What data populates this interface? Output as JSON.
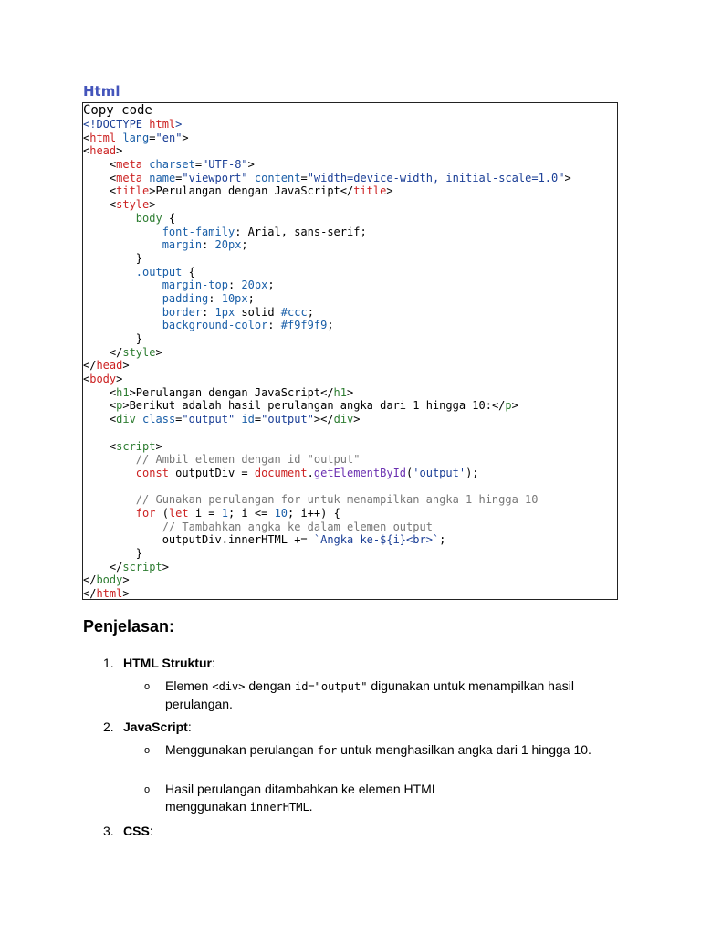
{
  "code_section": {
    "title": "Html",
    "copy_label": "Copy code"
  },
  "explanation": {
    "heading": "Penjelasan:",
    "items": [
      {
        "number": "1.",
        "title": "HTML Struktur",
        "suffix": ":",
        "subitems": [
          {
            "bullet": "o",
            "t1": "Elemen ",
            "c1": "<div>",
            "t2": " dengan ",
            "c2": "id=\"output\"",
            "t3": " digunakan untuk menampilkan hasil perulangan."
          }
        ]
      },
      {
        "number": "2.",
        "title": "JavaScript",
        "suffix": ":",
        "subitems": [
          {
            "bullet": "o",
            "t1": "Menggunakan perulangan ",
            "c1": "for",
            "t2": " untuk menghasilkan angka dari 1 hingga 10."
          },
          {
            "bullet": "o",
            "t1": "Hasil perulangan ditambahkan ke elemen HTML menggunakan ",
            "c1": "innerHTML",
            "t2": "."
          }
        ]
      },
      {
        "number": "3.",
        "title": "CSS",
        "suffix": ":"
      }
    ]
  },
  "colors": {
    "title_blue": "#4455bb",
    "tag_blue": "#1a3e96",
    "keyword_red": "#cc2222",
    "tag_green": "#2e7d32",
    "comment_gray": "#777777"
  }
}
